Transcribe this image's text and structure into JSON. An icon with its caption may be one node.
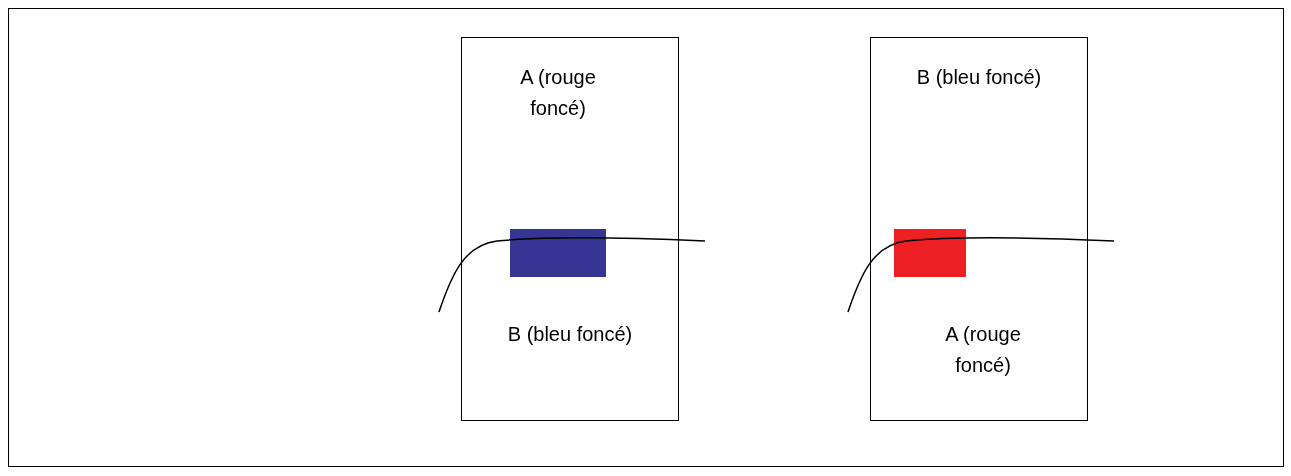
{
  "diagram": {
    "nodes": [
      {
        "text": [
          "A (rouge foncé)",
          "B (bleu foncé)"
        ]
      },
      {
        "text": [],
        "shape": "box",
        "in": 0
      },
      {
        "text": [
          "B (bleu foncé)",
          "A (rouge foncé)"
        ]
      },
      {
        "text": [],
        "shape": "box",
        "in": 2
      }
    ]
  }
}
